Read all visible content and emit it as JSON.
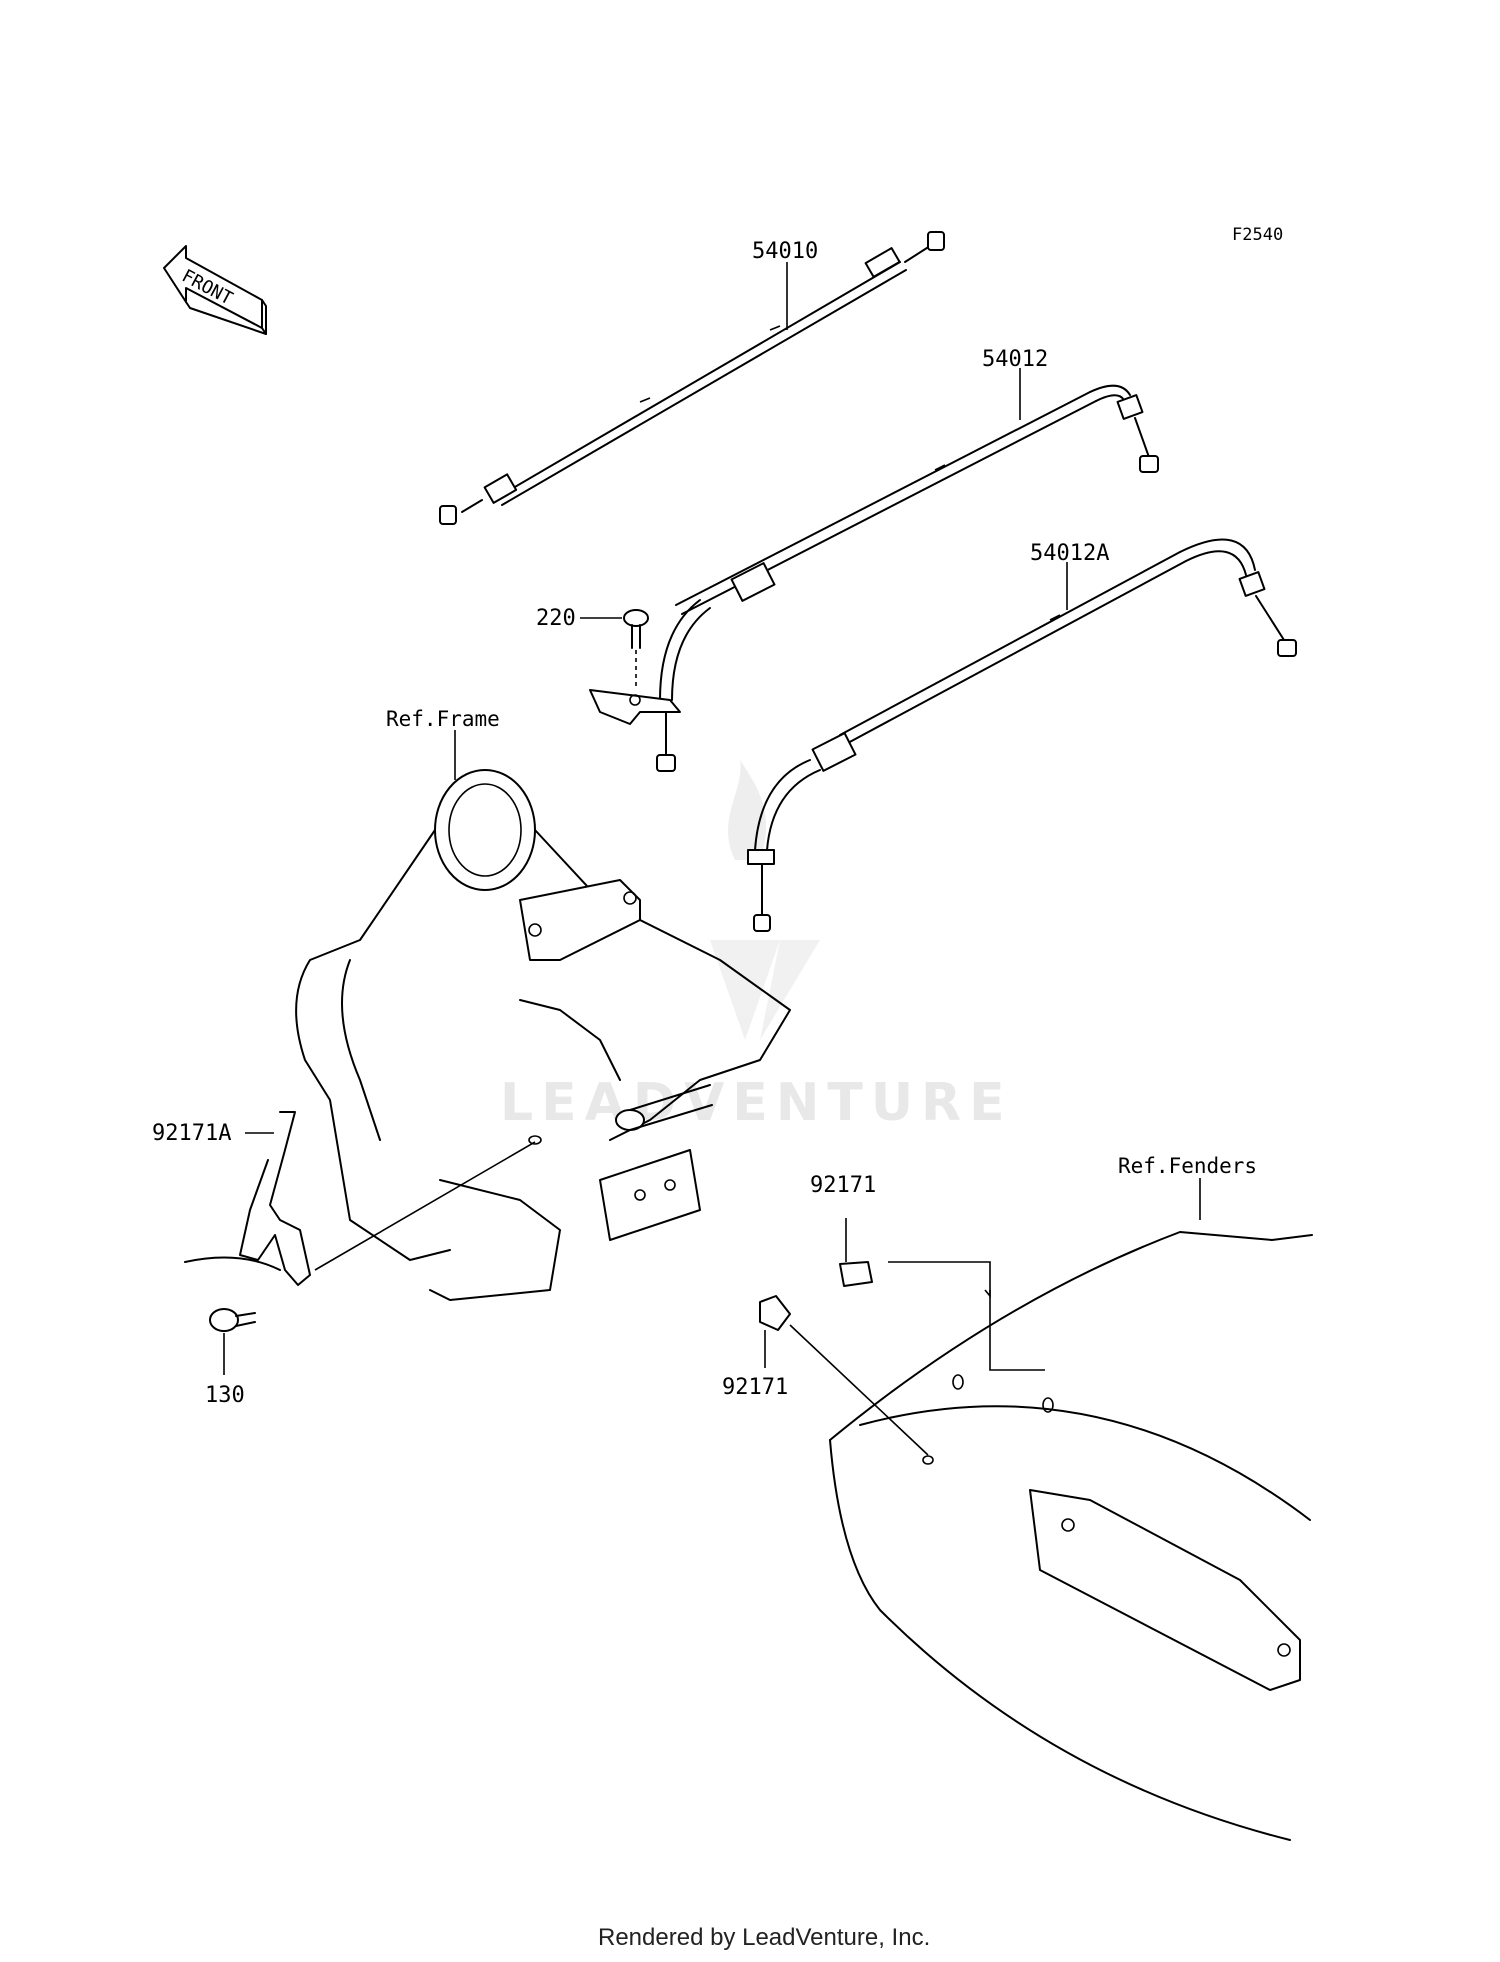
{
  "diagram_id": "F2540",
  "front_arrow": {
    "label": "FRONT"
  },
  "parts": {
    "cable_54010": "54010",
    "cable_54012": "54012",
    "cable_54012a": "54012A",
    "screw_220": "220",
    "ref_frame": "Ref.Frame",
    "clamp_92171a": "92171A",
    "bolt_130": "130",
    "clamp_92171_top": "92171",
    "clamp_92171_bottom": "92171",
    "ref_fenders": "Ref.Fenders"
  },
  "watermark": {
    "text": "LEADVENTURE"
  },
  "footer": {
    "text": "Rendered by LeadVenture, Inc."
  }
}
